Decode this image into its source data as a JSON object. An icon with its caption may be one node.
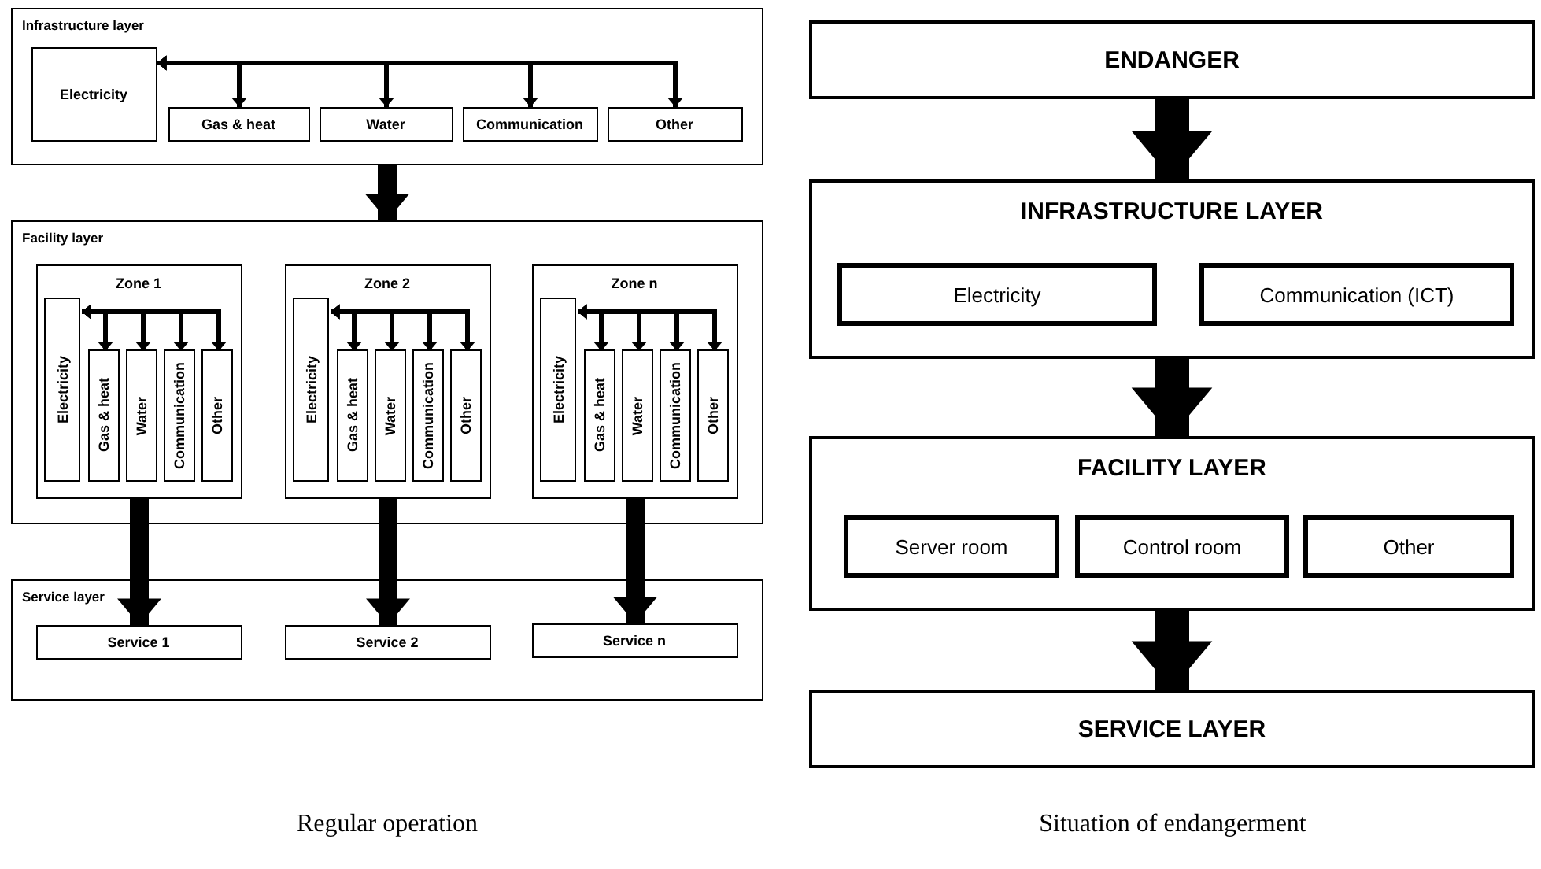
{
  "diagram": {
    "nodes": [
      {
        "text": [
          "Infrastructure layer"
        ]
      },
      {
        "text": [
          "Electricity"
        ],
        "in": 0
      },
      {
        "text": [
          "Gas & heat"
        ],
        "in": 0
      },
      {
        "text": [
          "Water"
        ],
        "in": 0
      },
      {
        "text": [
          "Communication"
        ],
        "in": 0
      },
      {
        "text": [
          "Other"
        ],
        "in": 0
      },
      {
        "text": [
          "Facility layer"
        ]
      },
      {
        "text": [
          "Zone 1"
        ],
        "in": 6
      },
      {
        "text": [
          "Electricity"
        ],
        "in": 7
      },
      {
        "text": [
          "Gas & heat"
        ],
        "in": 7
      },
      {
        "text": [
          "Water"
        ],
        "in": 7
      },
      {
        "text": [
          "Communication"
        ],
        "in": 7
      },
      {
        "text": [
          "Other"
        ],
        "in": 7
      },
      {
        "text": [
          "Zone 2"
        ],
        "in": 6
      },
      {
        "text": [
          "Electricity"
        ],
        "in": 13
      },
      {
        "text": [
          "Gas & heat"
        ],
        "in": 13
      },
      {
        "text": [
          "Water"
        ],
        "in": 13
      },
      {
        "text": [
          "Communication"
        ],
        "in": 13
      },
      {
        "text": [
          "Other"
        ],
        "in": 13
      },
      {
        "text": [
          "Zone n"
        ],
        "in": 6
      },
      {
        "text": [
          "Electricity"
        ],
        "in": 19
      },
      {
        "text": [
          "Gas & heat"
        ],
        "in": 19
      },
      {
        "text": [
          "Water"
        ],
        "in": 19
      },
      {
        "text": [
          "Communication"
        ],
        "in": 19
      },
      {
        "text": [
          "Other"
        ],
        "in": 19
      },
      {
        "text": [
          "Service layer"
        ]
      },
      {
        "text": [
          "Service 1"
        ],
        "in": 25
      },
      {
        "text": [
          "Service 2"
        ],
        "in": 25
      },
      {
        "text": [
          "Service n"
        ],
        "in": 25
      },
      {
        "text": [
          "ENDANGER"
        ]
      },
      {
        "text": [
          "INFRASTRUCTURE LAYER"
        ]
      },
      {
        "text": [
          "Electricity"
        ],
        "in": 30
      },
      {
        "text": [
          "Communication (ICT)"
        ],
        "in": 30
      },
      {
        "text": [
          "FACILITY LAYER"
        ]
      },
      {
        "text": [
          "Server room"
        ],
        "in": 33
      },
      {
        "text": [
          "Control room"
        ],
        "in": 33
      },
      {
        "text": [
          "Other"
        ],
        "in": 33
      },
      {
        "text": [
          "SERVICE LAYER"
        ]
      }
    ],
    "edges": [
      {
        "from": 1,
        "to": 2,
        "arrow": "both"
      },
      {
        "from": 1,
        "to": 3,
        "arrow": "both"
      },
      {
        "from": 1,
        "to": 4,
        "arrow": "both"
      },
      {
        "from": 1,
        "to": 5,
        "arrow": "both"
      },
      {
        "from": 0,
        "to": 6,
        "arrow": "to",
        "style": "thick"
      },
      {
        "from": 8,
        "to": 9,
        "arrow": "both"
      },
      {
        "from": 8,
        "to": 10,
        "arrow": "both"
      },
      {
        "from": 8,
        "to": 11,
        "arrow": "both"
      },
      {
        "from": 8,
        "to": 12,
        "arrow": "both"
      },
      {
        "from": 14,
        "to": 15,
        "arrow": "both"
      },
      {
        "from": 14,
        "to": 16,
        "arrow": "both"
      },
      {
        "from": 14,
        "to": 17,
        "arrow": "both"
      },
      {
        "from": 14,
        "to": 18,
        "arrow": "both"
      },
      {
        "from": 20,
        "to": 21,
        "arrow": "both"
      },
      {
        "from": 20,
        "to": 22,
        "arrow": "both"
      },
      {
        "from": 20,
        "to": 23,
        "arrow": "both"
      },
      {
        "from": 20,
        "to": 24,
        "arrow": "both"
      },
      {
        "from": 7,
        "to": 26,
        "arrow": "to",
        "style": "thick"
      },
      {
        "from": 13,
        "to": 27,
        "arrow": "to",
        "style": "thick"
      },
      {
        "from": 19,
        "to": 28,
        "arrow": "to",
        "style": "thick"
      },
      {
        "from": 29,
        "to": 30,
        "arrow": "to",
        "style": "thick"
      },
      {
        "from": 30,
        "to": 33,
        "arrow": "to",
        "style": "thick"
      },
      {
        "from": 33,
        "to": 37,
        "arrow": "to",
        "style": "thick"
      }
    ],
    "labels": [
      "Regular operation",
      "Situation of endangerment"
    ]
  }
}
